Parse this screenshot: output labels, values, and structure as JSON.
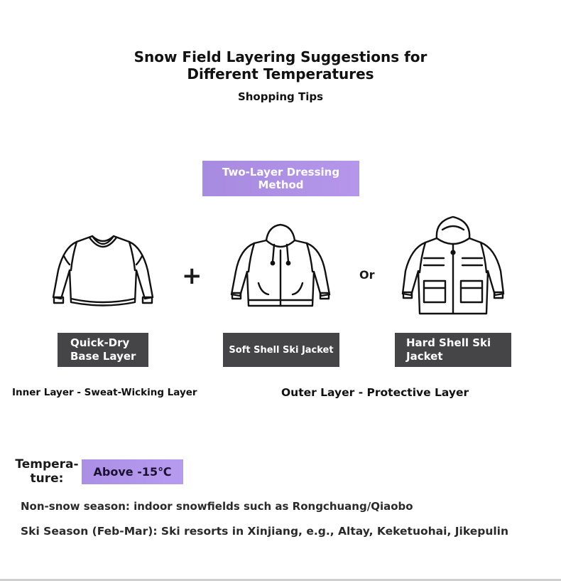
{
  "header": {
    "title_line1": "Snow Field Layering Suggestions for",
    "title_line2": "Different Temperatures",
    "subtitle": "Shopping Tips"
  },
  "method": {
    "label": "Two-Layer Dressing Method"
  },
  "garments": [
    {
      "icon": "sweater-icon",
      "label_line1": "Quick-Dry",
      "label_line2": "Base Layer"
    },
    {
      "icon": "soft-shell-jacket-icon",
      "label": "Soft Shell Ski Jacket"
    },
    {
      "icon": "hard-shell-jacket-icon",
      "label_line1": "Hard Shell Ski",
      "label_line2": "Jacket"
    }
  ],
  "operators": {
    "plus": "+",
    "or": "Or"
  },
  "captions": {
    "inner": "Inner Layer - Sweat-Wicking Layer",
    "outer": "Outer Layer - Protective Layer"
  },
  "temperature": {
    "label_line1": "Tempera-",
    "label_line2": "ture:",
    "value": "Above -15℃"
  },
  "tips": [
    "Non-snow season: indoor snowfields such as Rongchuang/Qiaobo",
    "Ski Season (Feb-Mar): Ski resorts in Xinjiang, e.g., Altay, Keketuohai, Jikepulin"
  ],
  "colors": {
    "accent_purple": "#a78be0",
    "label_dark": "#454548"
  }
}
